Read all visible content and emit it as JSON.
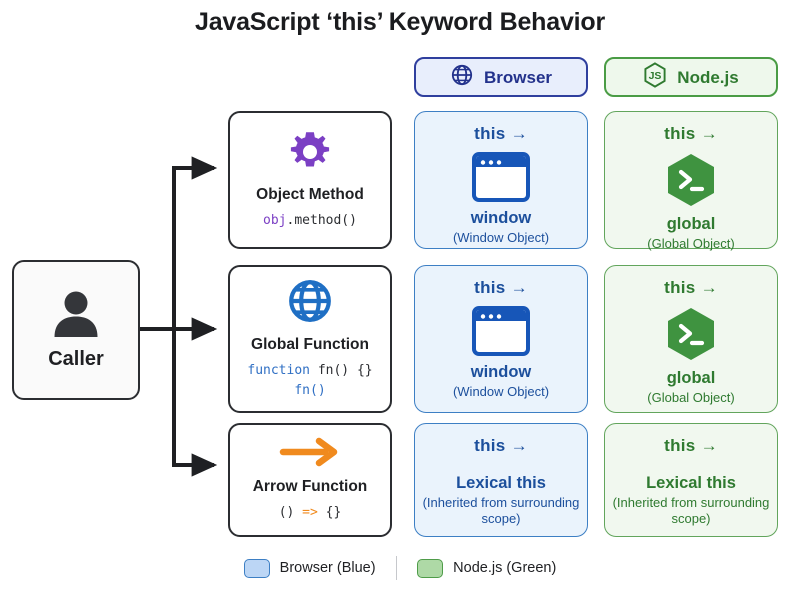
{
  "title": "JavaScript ‘this’ Keyword Behavior",
  "columns": [
    {
      "id": "browser",
      "label": "Browser",
      "icon": "globe-icon",
      "color": "#23328c",
      "bg": "#e8eefc",
      "border": "#2f3f9e"
    },
    {
      "id": "node",
      "label": "Node.js",
      "icon": "nodejs-hexagon-icon",
      "color": "#2f7a30",
      "bg": "#eef8ec",
      "border": "#4a9c45"
    }
  ],
  "caller": {
    "label": "Caller",
    "icon": "person-icon"
  },
  "rows": [
    {
      "id": "object-method",
      "title": "Object Method",
      "icon": "gear-icon",
      "icon_color": "#7b3fc4",
      "code": {
        "pre": "obj",
        "post": ".method()"
      },
      "browser": {
        "this_label": "this →",
        "icon": "browser-window-icon",
        "value": "window",
        "sub": "(Window Object)"
      },
      "node": {
        "this_label": "this →",
        "icon": "terminal-hexagon-icon",
        "value": "global",
        "sub": "(Global Object)"
      }
    },
    {
      "id": "global-function",
      "title": "Global Function",
      "icon": "globe-icon",
      "icon_color": "#1f6fc4",
      "code": {
        "line1_kw": "function",
        "line1_rest": " fn() {}",
        "line2": "fn()"
      },
      "browser": {
        "this_label": "this →",
        "icon": "browser-window-icon",
        "value": "window",
        "sub": "(Window Object)"
      },
      "node": {
        "this_label": "this →",
        "icon": "terminal-hexagon-icon",
        "value": "global",
        "sub": "(Global Object)"
      }
    },
    {
      "id": "arrow-function",
      "title": "Arrow Function",
      "icon": "arrow-right-icon",
      "icon_color": "#f08a1e",
      "code": {
        "pre": "()",
        "arrow": "=>",
        "post": "{}"
      },
      "browser": {
        "this_label": "this →",
        "value": "Lexical this",
        "sub": "(Inherited from surrounding scope)"
      },
      "node": {
        "this_label": "this →",
        "value": "Lexical this",
        "sub": "(Inherited from surrounding scope)"
      }
    }
  ],
  "legend": [
    {
      "id": "browser",
      "label": "Browser (Blue)",
      "color": "#bcd6f5"
    },
    {
      "id": "node",
      "label": "Node.js (Green)",
      "color": "#aed9a6"
    }
  ]
}
